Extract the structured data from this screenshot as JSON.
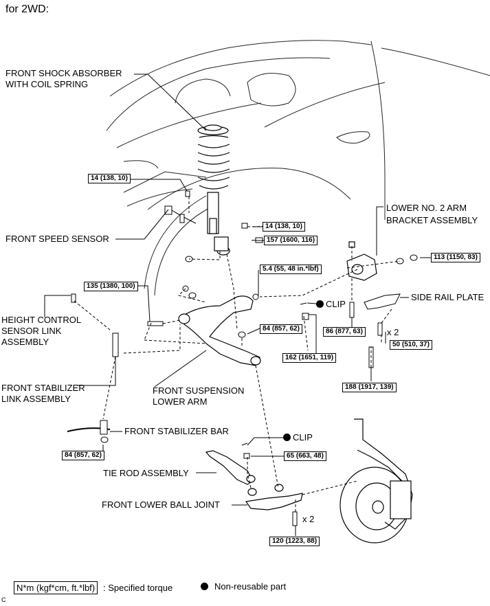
{
  "heading": "for 2WD:",
  "labels": {
    "shock": [
      "FRONT SHOCK ABSORBER",
      "WITH COIL SPRING"
    ],
    "speed_sensor": "FRONT SPEED SENSOR",
    "lower_arm_bracket": [
      "LOWER NO. 2 ARM",
      "BRACKET ASSEMBLY"
    ],
    "side_rail_plate": "SIDE RAIL PLATE",
    "height_sensor": [
      "HEIGHT CONTROL",
      "SENSOR LINK",
      "ASSEMBLY"
    ],
    "stab_link": [
      "FRONT STABILIZER",
      "LINK ASSEMBLY"
    ],
    "lower_arm": [
      "FRONT SUSPENSION",
      "LOWER ARM"
    ],
    "stab_bar": "FRONT STABILIZER BAR",
    "tie_rod": "TIE ROD ASSEMBLY",
    "ball_joint": "FRONT LOWER BALL JOINT",
    "clip_1": "CLIP",
    "clip_2": "CLIP",
    "x2_a": "x 2",
    "x2_b": "x 2"
  },
  "torques": {
    "t1": "14 (138, 10)",
    "t2": "14 (138, 10)",
    "t3": "157 (1600, 116)",
    "t4": "113 (1150, 83)",
    "t5": "5.4 (55, 48 in.*lbf)",
    "t6": "135 (1380, 100)",
    "t7": "84 (857, 62)",
    "t8": "86 (877, 63)",
    "t9": "50 (510, 37)",
    "t10": "162 (1651, 119)",
    "t11": "188 (1917, 139)",
    "t12": "84 (857, 62)",
    "t13": "65 (663, 48)",
    "t14": "120 (1223, 88)"
  },
  "legend": {
    "torque_key": "N*m (kgf*cm, ft.*lbf)",
    "torque_desc": ": Specified torque",
    "nonreusable_desc": "Non-reusable part"
  },
  "corner_mark": "C"
}
